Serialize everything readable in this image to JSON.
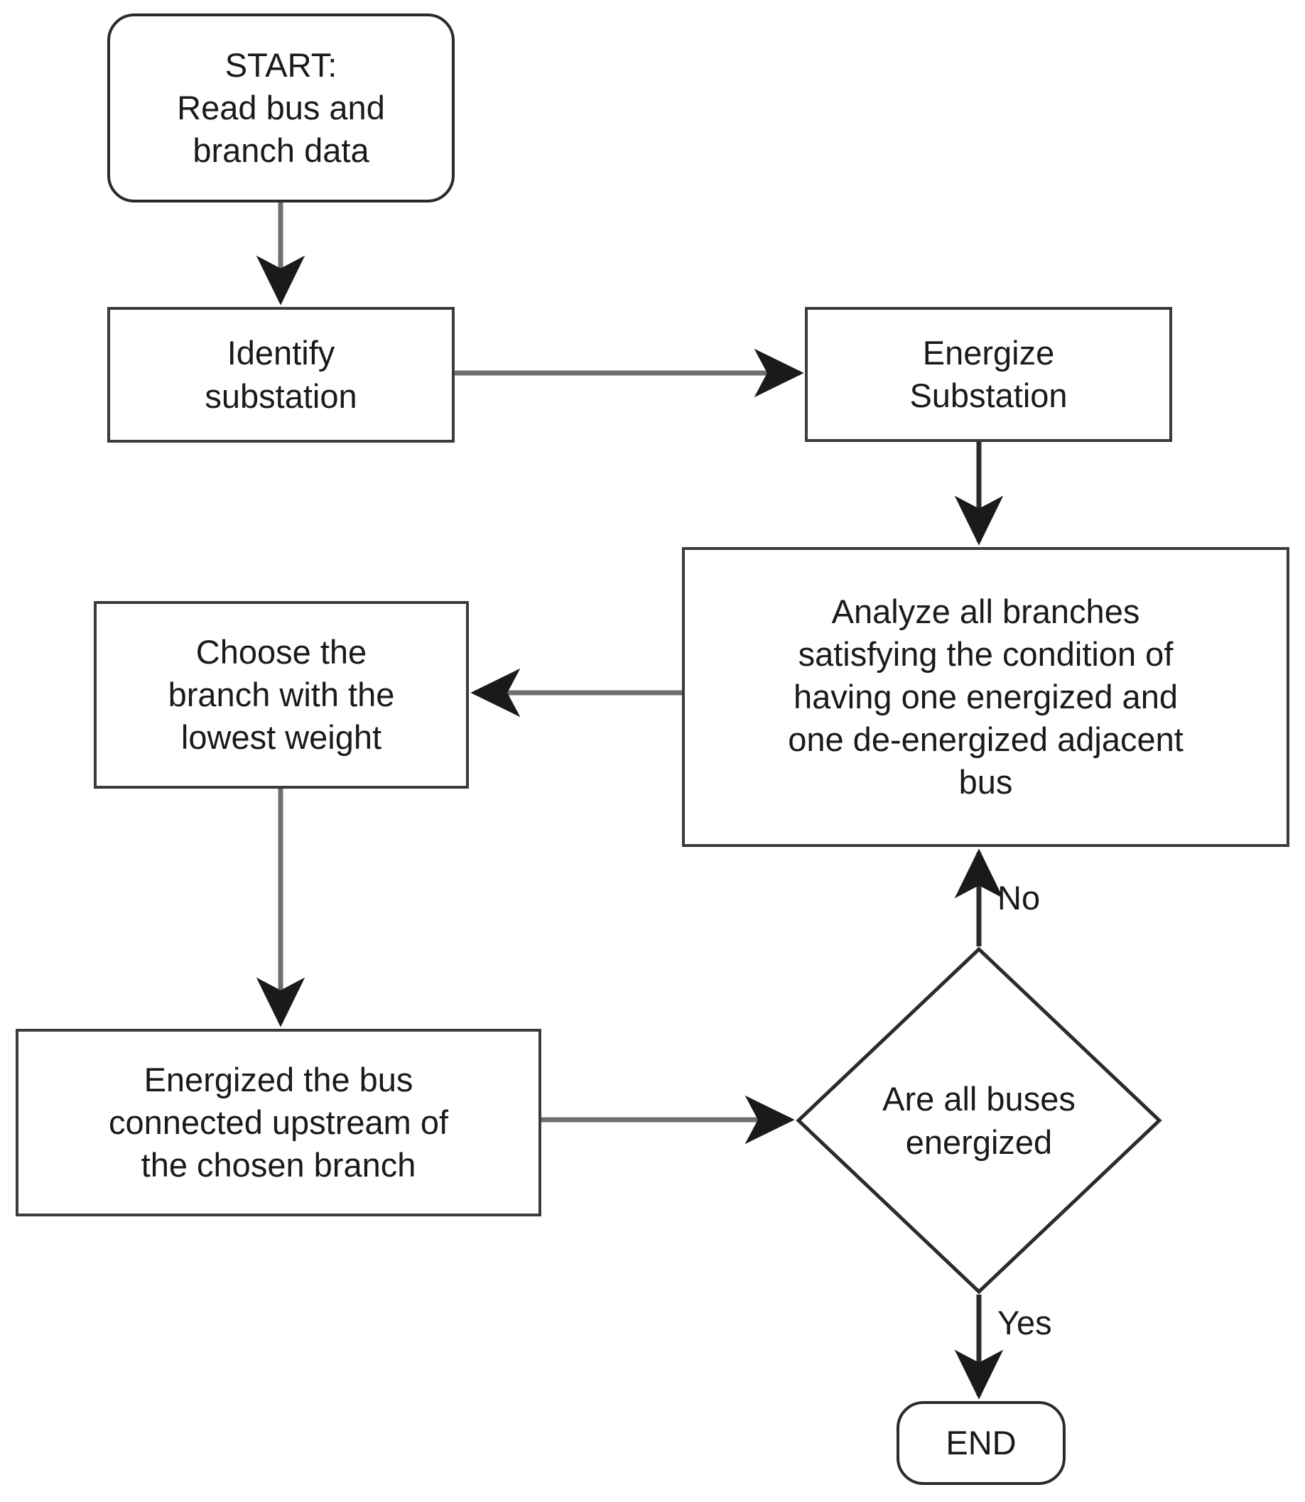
{
  "diagram": {
    "type": "flowchart",
    "title": "Network energization algorithm flowchart",
    "nodes": [
      {
        "id": "start",
        "shape": "rounded-rectangle",
        "label": "START:\nRead bus and\nbranch data"
      },
      {
        "id": "identify",
        "shape": "rectangle",
        "label": "Identify\nsubstation"
      },
      {
        "id": "energize",
        "shape": "rectangle",
        "label": "Energize\nSubstation"
      },
      {
        "id": "analyze",
        "shape": "rectangle",
        "label": "Analyze all branches\nsatisfying the condition of\nhaving one energized and\none de-energized adjacent\nbus"
      },
      {
        "id": "choose",
        "shape": "rectangle",
        "label": "Choose the\nbranch with the\nlowest weight"
      },
      {
        "id": "energbus",
        "shape": "rectangle",
        "label": "Energized the bus\nconnected upstream of\nthe chosen branch"
      },
      {
        "id": "decision",
        "shape": "diamond",
        "label": "Are all buses\nenergized"
      },
      {
        "id": "end",
        "shape": "rounded-rectangle",
        "label": "END"
      }
    ],
    "edges": [
      {
        "from": "start",
        "to": "identify",
        "label": ""
      },
      {
        "from": "identify",
        "to": "energize",
        "label": ""
      },
      {
        "from": "energize",
        "to": "analyze",
        "label": ""
      },
      {
        "from": "analyze",
        "to": "choose",
        "label": ""
      },
      {
        "from": "choose",
        "to": "energbus",
        "label": ""
      },
      {
        "from": "energbus",
        "to": "decision",
        "label": ""
      },
      {
        "from": "decision",
        "to": "analyze",
        "label": "No"
      },
      {
        "from": "decision",
        "to": "end",
        "label": "Yes"
      }
    ],
    "edge_labels": {
      "no": "No",
      "yes": "Yes"
    },
    "colors": {
      "background": "#ffffff",
      "node_border": "#3b3b3b",
      "node_border_dark": "#2b2b2b",
      "text": "#1a1a1a",
      "connector_gray": "#7a7a7a",
      "connector_black": "#1a1a1a"
    }
  }
}
